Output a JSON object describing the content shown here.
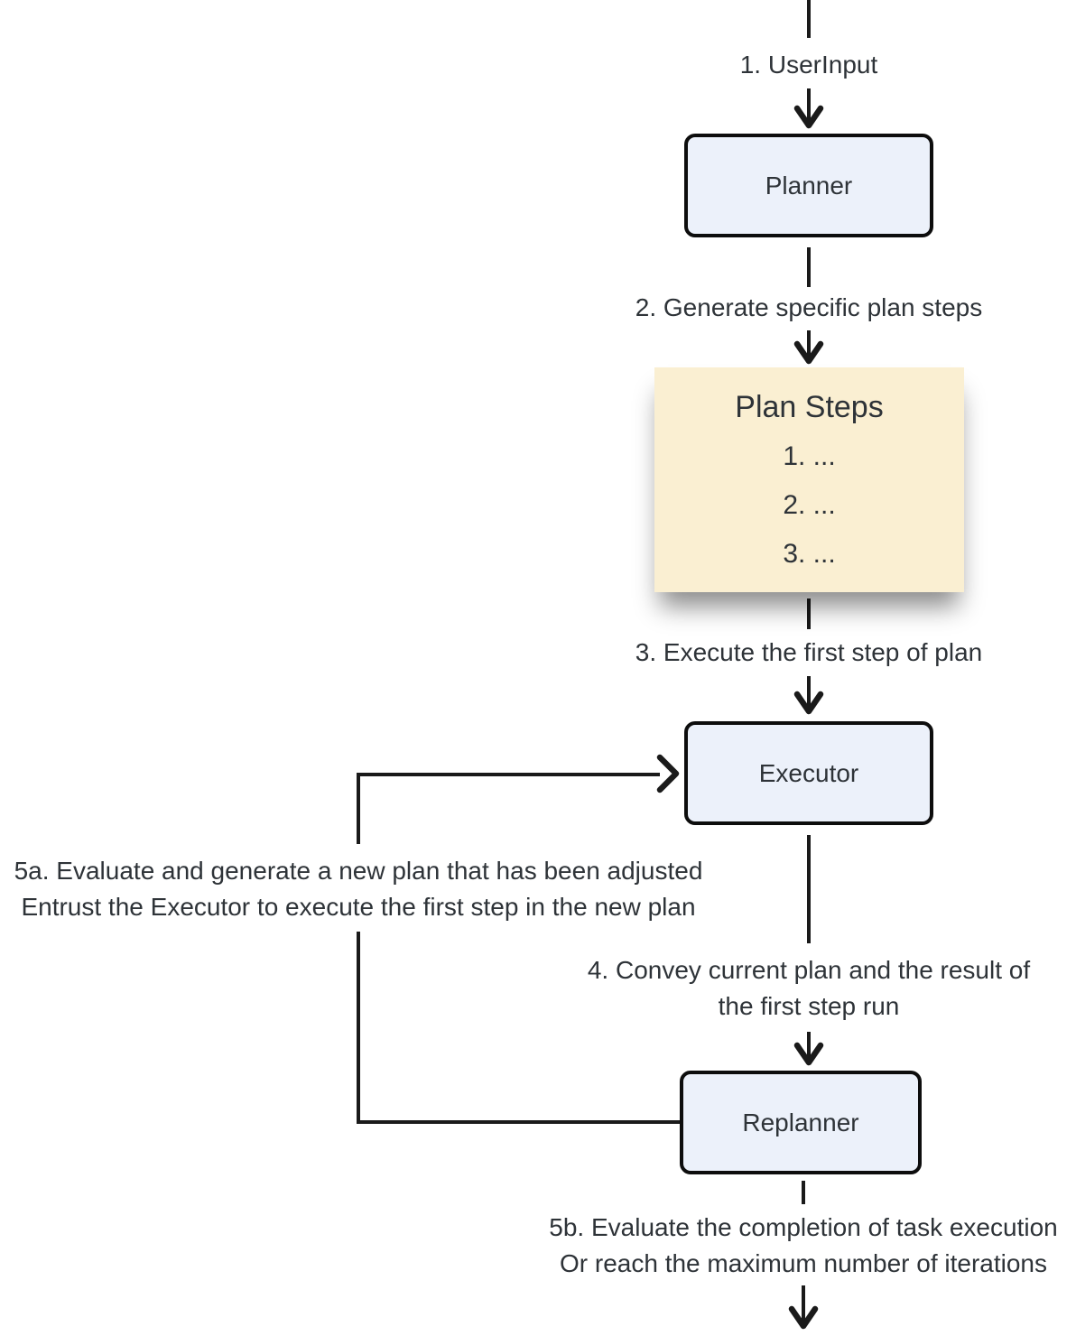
{
  "diagram": {
    "colors": {
      "background": "#ffffff",
      "node_fill": "#ecf1fa",
      "node_border": "#0d0d0d",
      "highlight_fill": "#faefd2",
      "text": "#2e3338",
      "line": "#1a1a1a"
    },
    "nodes": {
      "planner": {
        "label": "Planner"
      },
      "executor": {
        "label": "Executor"
      },
      "replanner": {
        "label": "Replanner"
      },
      "plan_steps": {
        "title": "Plan Steps",
        "items": [
          "1. ...",
          "2. ...",
          "3. ..."
        ]
      }
    },
    "labels": {
      "step1": "1. UserInput",
      "step2": "2. Generate specific plan steps",
      "step3": "3. Execute the first step of plan",
      "step4": [
        "4. Convey current plan and the result of",
        "the first step run"
      ],
      "step5a": [
        "5a. Evaluate and generate a new plan that has been adjusted",
        "Entrust the Executor to execute the first step in the new plan"
      ],
      "step5b": [
        "5b. Evaluate the completion of task execution",
        "Or reach the maximum number of iterations"
      ]
    }
  }
}
